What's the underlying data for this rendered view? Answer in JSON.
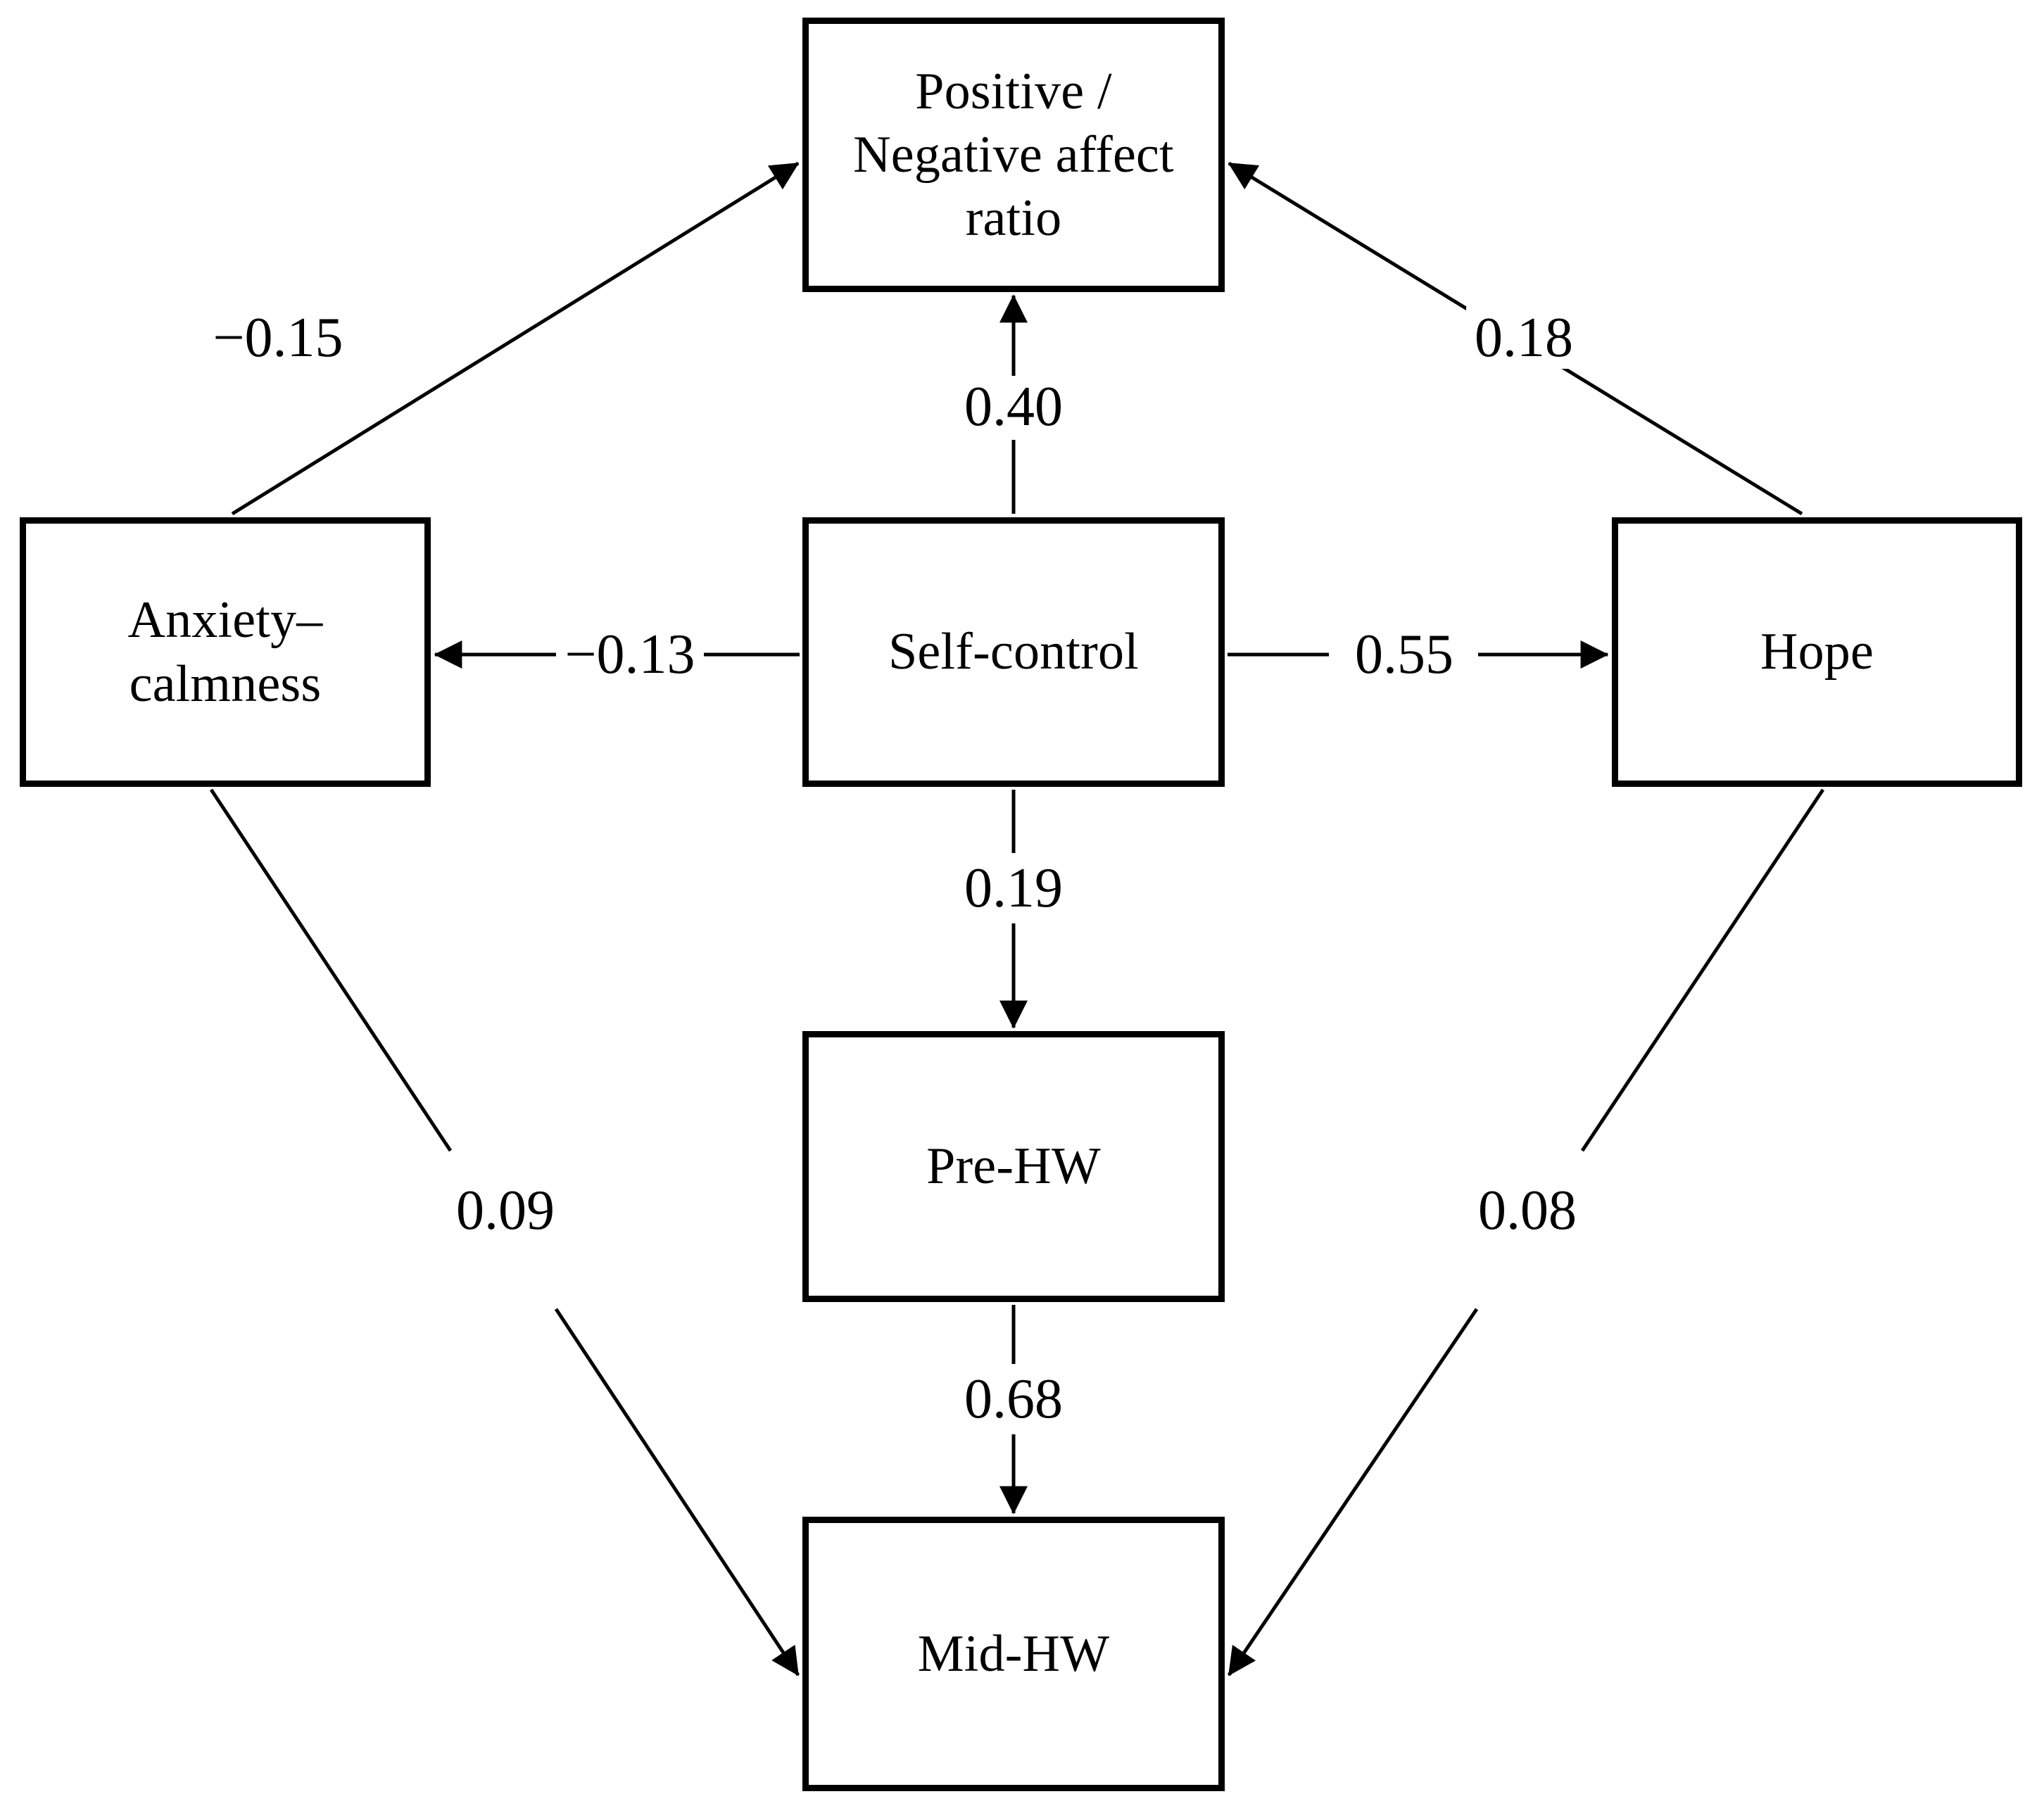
{
  "diagram": {
    "type": "path-diagram",
    "background_color": "#ffffff",
    "line_color": "#000000",
    "nodes": [
      {
        "id": "affect",
        "label": "Positive /\nNegative affect\nratio"
      },
      {
        "id": "anxiety",
        "label": "Anxiety–\ncalmness"
      },
      {
        "id": "self",
        "label": "Self-control"
      },
      {
        "id": "hope",
        "label": "Hope"
      },
      {
        "id": "prehw",
        "label": "Pre-HW"
      },
      {
        "id": "midhw",
        "label": "Mid-HW"
      }
    ],
    "edges": [
      {
        "id": "anx-affect",
        "from": "anxiety",
        "to": "affect",
        "coefficient": "−0.15"
      },
      {
        "id": "hope-affect",
        "from": "hope",
        "to": "affect",
        "coefficient": "0.18"
      },
      {
        "id": "self-affect",
        "from": "self",
        "to": "affect",
        "coefficient": "0.40"
      },
      {
        "id": "self-anx",
        "from": "self",
        "to": "anxiety",
        "coefficient": "−0.13"
      },
      {
        "id": "self-hope",
        "from": "self",
        "to": "hope",
        "coefficient": "0.55"
      },
      {
        "id": "self-prehw",
        "from": "self",
        "to": "prehw",
        "coefficient": "0.19"
      },
      {
        "id": "prehw-midhw",
        "from": "prehw",
        "to": "midhw",
        "coefficient": "0.68"
      },
      {
        "id": "anx-midhw",
        "from": "anxiety",
        "to": "midhw",
        "coefficient": "0.09"
      },
      {
        "id": "hope-midhw",
        "from": "hope",
        "to": "midhw",
        "coefficient": "0.08"
      }
    ]
  },
  "chart_data": {
    "type": "diagram",
    "title": "",
    "nodes": [
      "Positive / Negative affect ratio",
      "Anxiety–calmness",
      "Self-control",
      "Hope",
      "Pre-HW",
      "Mid-HW"
    ],
    "links": [
      {
        "source": "Anxiety–calmness",
        "target": "Positive / Negative affect ratio",
        "value": -0.15
      },
      {
        "source": "Hope",
        "target": "Positive / Negative affect ratio",
        "value": 0.18
      },
      {
        "source": "Self-control",
        "target": "Positive / Negative affect ratio",
        "value": 0.4
      },
      {
        "source": "Self-control",
        "target": "Anxiety–calmness",
        "value": -0.13
      },
      {
        "source": "Self-control",
        "target": "Hope",
        "value": 0.55
      },
      {
        "source": "Self-control",
        "target": "Pre-HW",
        "value": 0.19
      },
      {
        "source": "Pre-HW",
        "target": "Mid-HW",
        "value": 0.68
      },
      {
        "source": "Anxiety–calmness",
        "target": "Mid-HW",
        "value": 0.09
      },
      {
        "source": "Hope",
        "target": "Mid-HW",
        "value": 0.08
      }
    ]
  }
}
